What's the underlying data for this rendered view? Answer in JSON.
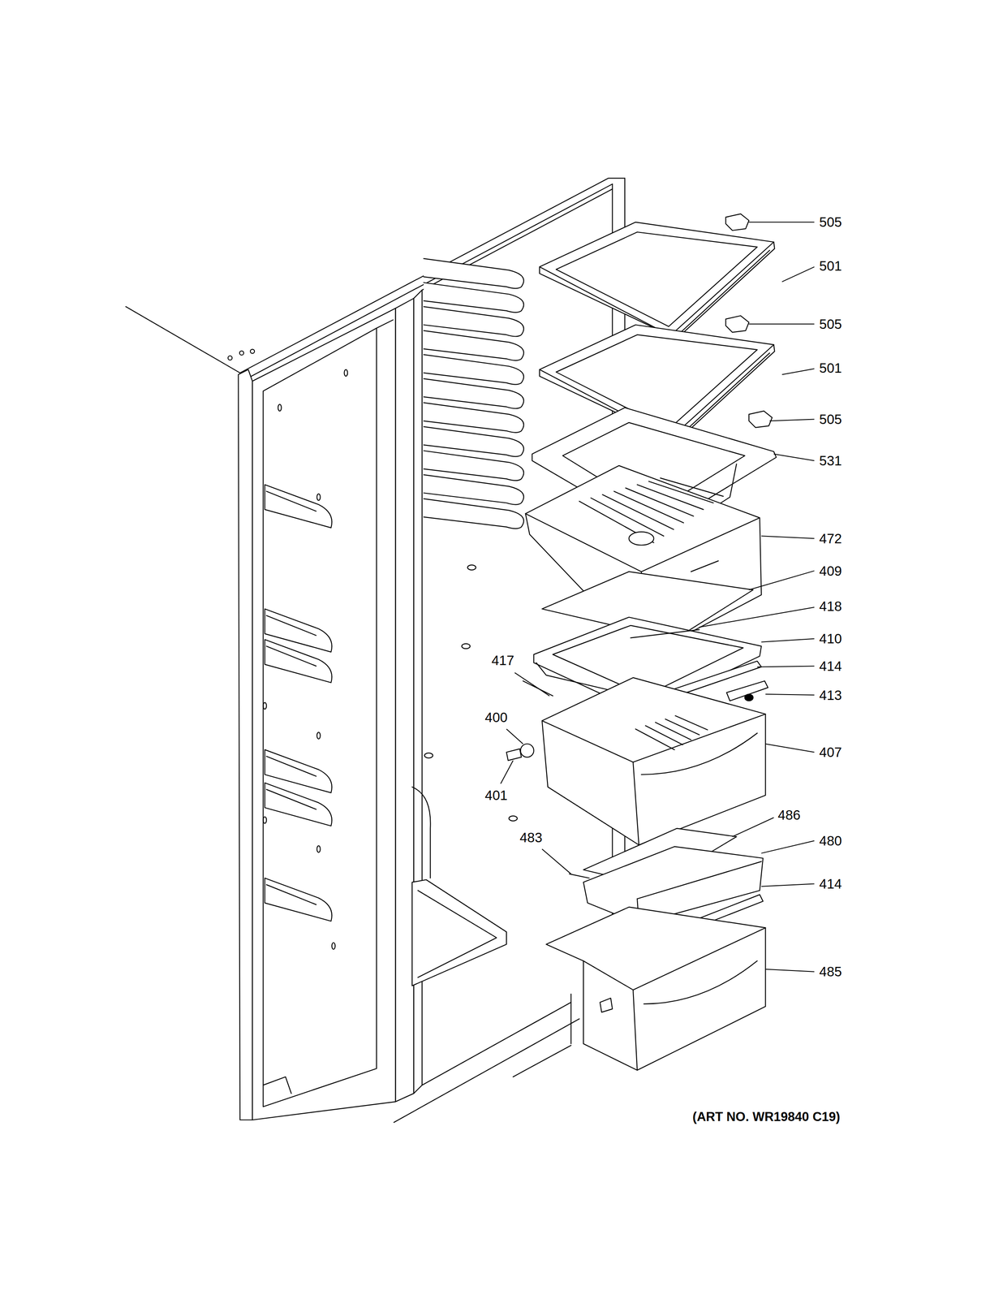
{
  "diagram": {
    "caption": "(ART NO. WR19840 C19)",
    "labels": [
      "505",
      "501",
      "505",
      "501",
      "505",
      "531",
      "472",
      "409",
      "418",
      "410",
      "417",
      "414",
      "413",
      "400",
      "407",
      "401",
      "486",
      "480",
      "483",
      "414",
      "485"
    ]
  }
}
